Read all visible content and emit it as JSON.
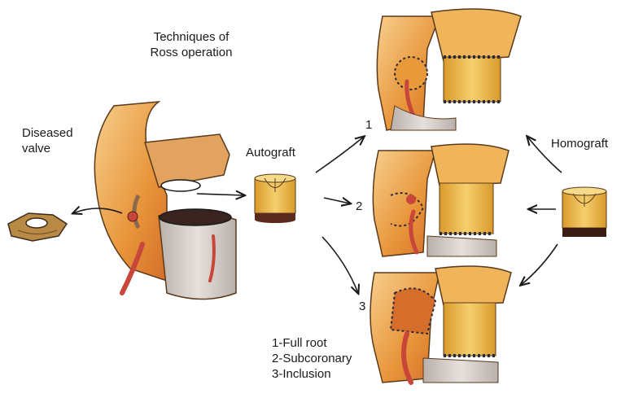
{
  "title": {
    "line1": "Techniques of",
    "line2": "Ross operation"
  },
  "labels": {
    "diseased_line1": "Diseased",
    "diseased_line2": "valve",
    "autograft": "Autograft",
    "homograft": "Homograft"
  },
  "technique_numbers": [
    "1",
    "2",
    "3"
  ],
  "legend": [
    "1-Full root",
    "2-Subcoronary",
    "3-Inclusion"
  ],
  "colors": {
    "tissue_orange": "#e89a3a",
    "tissue_light": "#f4c98a",
    "graft_gold": "#e8b445",
    "artery_red": "#c8463a",
    "aorta_grey": "#cfc7c2",
    "suture_dark": "#2b2b3a",
    "band_dark": "#5a2a1e"
  }
}
